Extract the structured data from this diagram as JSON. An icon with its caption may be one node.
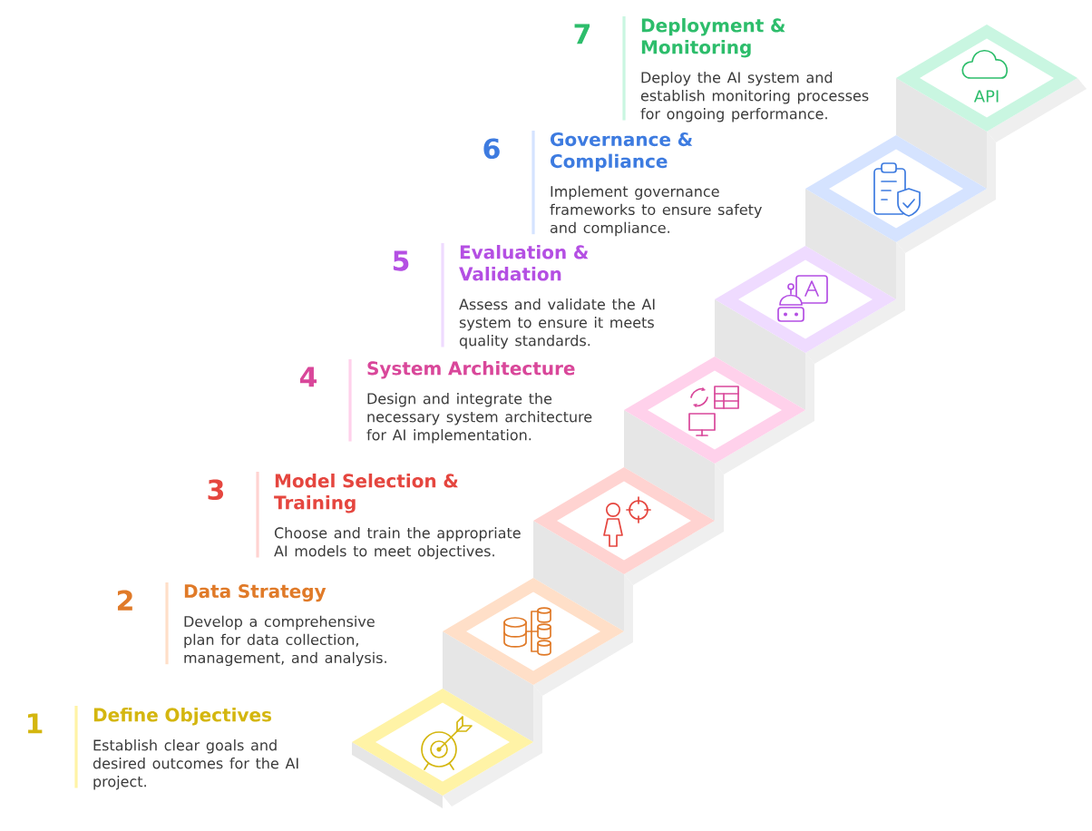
{
  "diagram": {
    "nodes": [
      {
        "text": [
          "Define Objectives",
          "Establish clear goals and desired outcomes for the AI project."
        ],
        "beside": [
          "1"
        ]
      },
      {
        "text": [
          "Data Strategy",
          "Develop a comprehensive plan for data collection, management, and analysis."
        ],
        "beside": [
          "2"
        ]
      },
      {
        "text": [
          "Model Selection & Training",
          "Choose and train the appropriate AI models to meet objectives."
        ],
        "beside": [
          "3"
        ]
      },
      {
        "text": [
          "System Architecture",
          "Design and integrate the necessary system architecture for AI implementation."
        ],
        "beside": [
          "4"
        ]
      },
      {
        "text": [
          "Evaluation & Validation",
          "Assess and validate the AI system to ensure it meets quality standards."
        ],
        "beside": [
          "5"
        ]
      },
      {
        "text": [
          "Governance & Compliance",
          "Implement governance frameworks to ensure safety and compliance."
        ],
        "beside": [
          "6"
        ]
      },
      {
        "text": [
          "Deployment & Monitoring",
          "Deploy the AI system and establish monitoring processes for ongoing performance."
        ],
        "beside": [
          "7"
        ]
      }
    ],
    "labels": [
      "API"
    ]
  }
}
